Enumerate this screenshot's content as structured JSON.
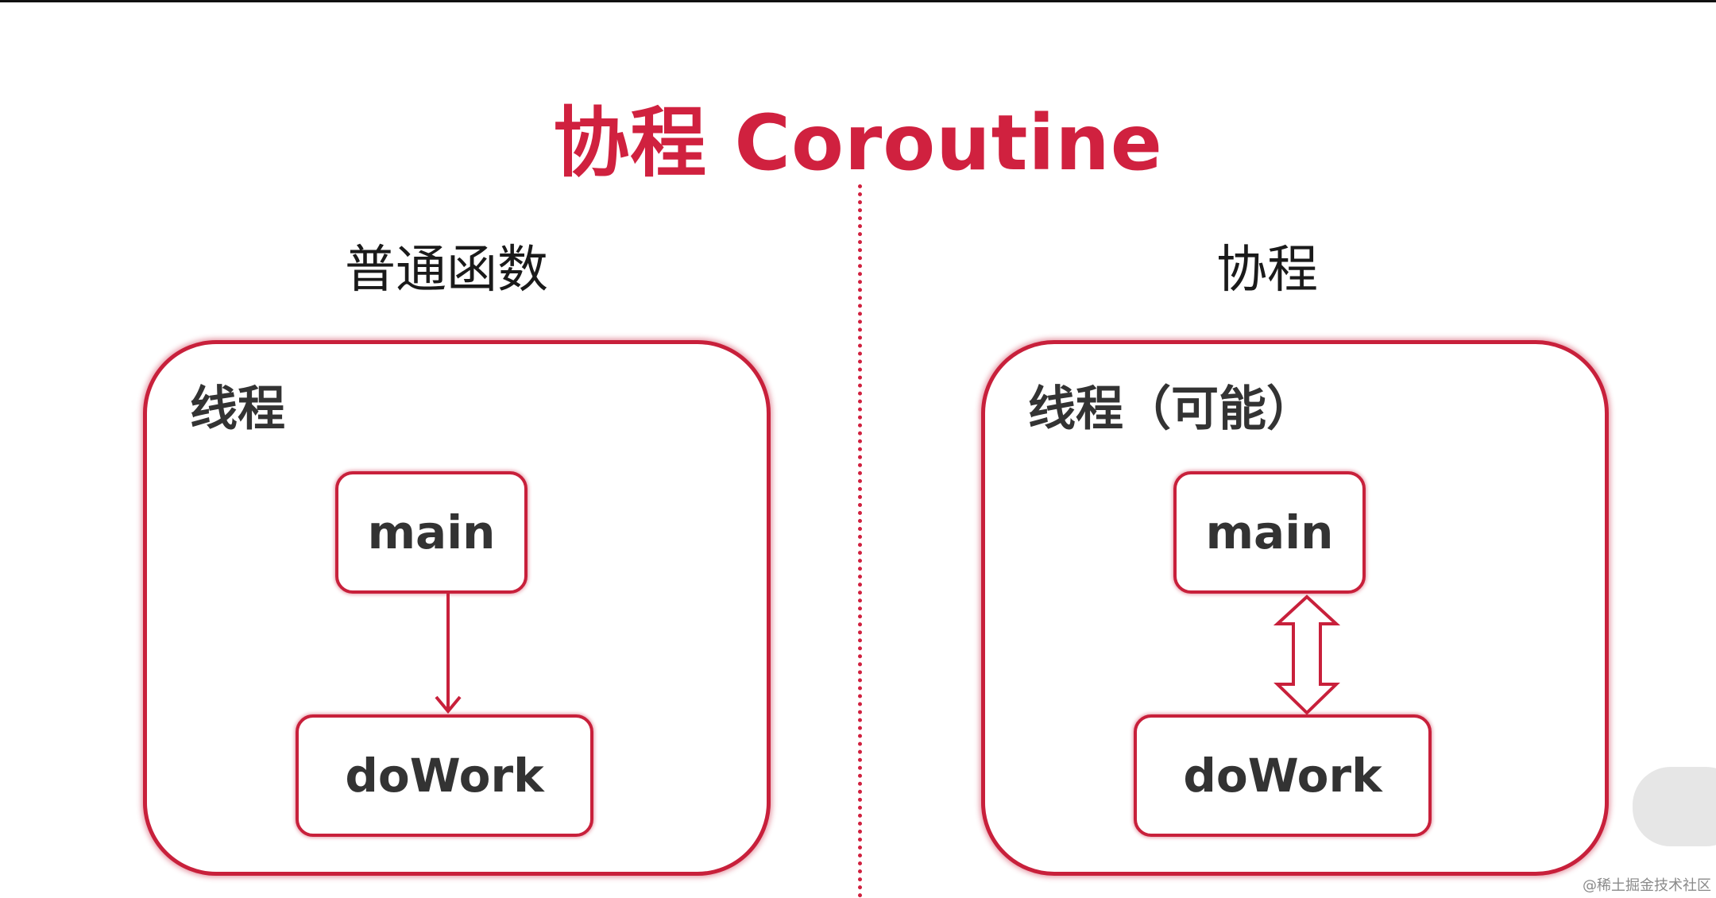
{
  "slide": {
    "title": "协程 Coroutine"
  },
  "left": {
    "heading": "普通函数",
    "panel_label": "线程",
    "node_top": "main",
    "node_bottom": "doWork",
    "connector": "one-way-arrow-down"
  },
  "right": {
    "heading": "协程",
    "panel_label": "线程（可能）",
    "node_top": "main",
    "node_bottom": "doWork",
    "connector": "double-headed-arrow"
  },
  "watermark": "@稀土掘金技术社区",
  "colors": {
    "accent": "#d0213f",
    "text": "#333333",
    "heading": "#1a1a1a"
  }
}
